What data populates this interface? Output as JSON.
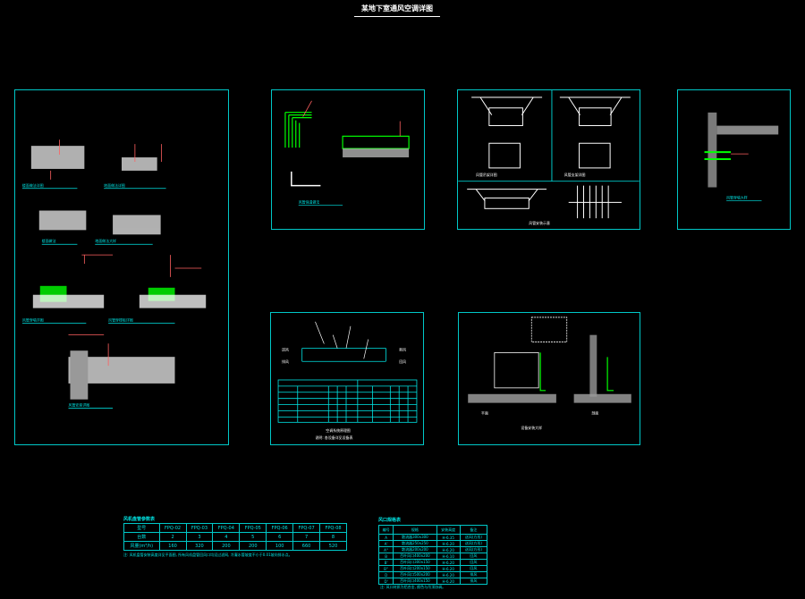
{
  "drawing": {
    "title": "某地下室通风空调详图",
    "colors": {
      "background": "#000000",
      "frame": "#00c8c8",
      "text": "#00e5e5",
      "detail_green": "#00ff00",
      "leader_red": "#ff6060"
    }
  },
  "frames": {
    "floor_details": {
      "labels": [
        "楼面做法详图",
        "地面做法详图",
        "楼面做法",
        "地面做法大样",
        "风管穿墙详图",
        "风管穿楼板详图",
        "风管安装详图"
      ]
    },
    "duct_joint": {
      "labels": [
        "风管保温做法"
      ]
    },
    "duct_supports": {
      "labels": [
        "风管吊架详图",
        "风管支架详图",
        "风管安装示意"
      ]
    },
    "wall_penetration": {
      "labels": [
        "风管穿墙大样"
      ]
    },
    "system_diagram": {
      "labels": [
        "送风",
        "排风",
        "新风",
        "回风"
      ],
      "caption": "空调系统原理图",
      "subcaption": "说明: 各设备详见设备表"
    },
    "equipment_detail": {
      "labels": [
        "平面",
        "剖面",
        "设备安装大样"
      ]
    }
  },
  "table1": {
    "caption": "风机盘管参数表",
    "headers": [
      "型号",
      "FPQ-02",
      "FPQ-03",
      "FPQ-04",
      "FPQ-05",
      "FPQ-06",
      "FPQ-07",
      "FPQ-08"
    ],
    "rows": [
      [
        "台数",
        "2",
        "3",
        "4",
        "5",
        "6",
        "7",
        "8"
      ],
      [
        "风量(m³/h)",
        "160",
        "320",
        "200",
        "200",
        "100",
        "660",
        "520"
      ]
    ],
    "note": "注: 风机盘管安装高度详见平面图, 所有风机盘管回风口均设过滤网, 冷凝水管坡度不小于0.01坡向排水点。"
  },
  "table2": {
    "caption": "风口规格表",
    "headers": [
      "编号",
      "规格",
      "安装高度",
      "备注"
    ],
    "rows": [
      [
        "A",
        "散流器300x300",
        "H-6.35",
        "送风(方形)"
      ],
      [
        "A'",
        "散流器250x250",
        "H-6.20",
        "送风(方形)"
      ],
      [
        "A''",
        "散流器200x200",
        "H-6.20",
        "送风(方形)"
      ],
      [
        "B",
        "百叶风口400x200",
        "H-6.10",
        "回风"
      ],
      [
        "B'",
        "百叶风口300x150",
        "H-6.20",
        "回风"
      ],
      [
        "B''",
        "百叶风口200x150",
        "H-6.20",
        "回风"
      ],
      [
        "D",
        "百叶风口500x200",
        "H-6.20",
        "排风"
      ],
      [
        "D'",
        "百叶风口400x150",
        "H-6.20",
        "排风"
      ]
    ],
    "note": "注: 风口材质为铝合金, 颜色与吊顶协调。"
  }
}
